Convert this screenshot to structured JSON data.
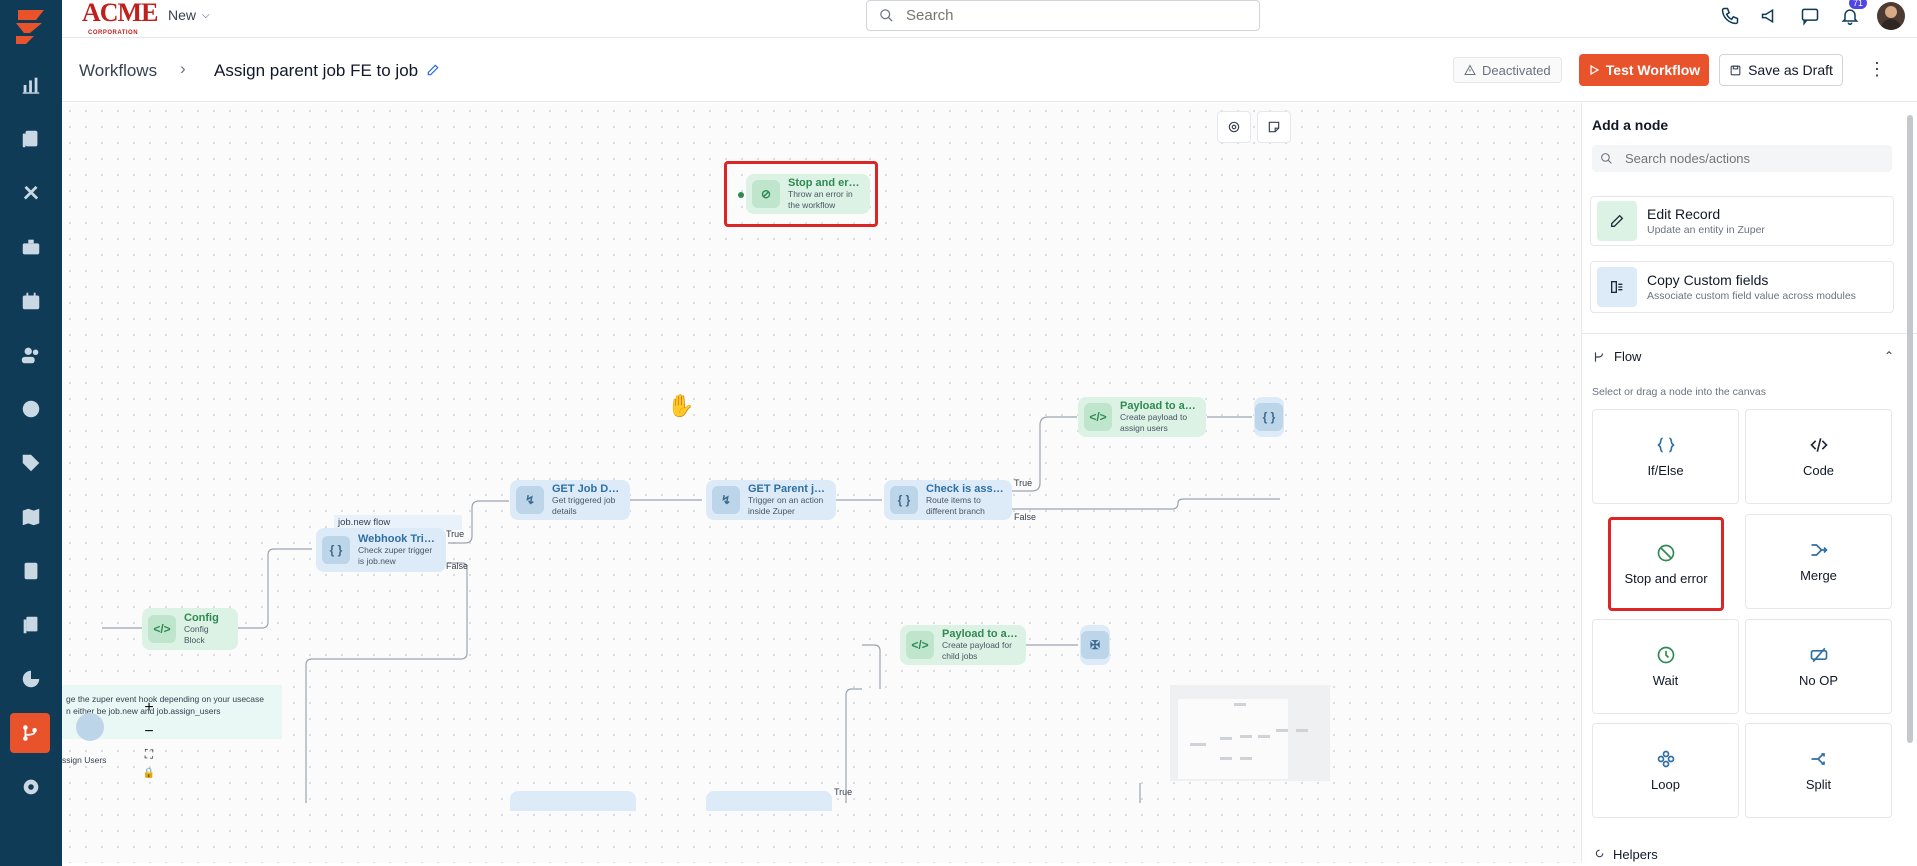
{
  "brand": {
    "name": "ACME",
    "sub": "CORPORATION",
    "accent": "#e8532c",
    "rail_bg": "#0f3b57"
  },
  "topbar": {
    "new_label": "New",
    "search_placeholder": "Search",
    "notification_count": "71",
    "icons": [
      "phone-icon",
      "megaphone-icon",
      "chat-icon",
      "bell-icon"
    ]
  },
  "rail": {
    "items": [
      "dashboard-icon",
      "jobs-icon",
      "tools-icon",
      "briefcase-icon",
      "calendar-icon",
      "users-icon",
      "clock-icon",
      "tag-icon",
      "map-icon",
      "calculator-icon",
      "documents-icon",
      "reports-icon",
      "workflows-icon",
      "settings-icon"
    ]
  },
  "header": {
    "breadcrumb_root": "Workflows",
    "breadcrumb_sep": "›",
    "title": "Assign parent job FE to job",
    "status": "Deactivated",
    "test_label": "Test Workflow",
    "draft_label": "Save as Draft",
    "more": "⋮"
  },
  "canvas": {
    "flow_title": "job.new flow",
    "note_line1": "ge the zuper event hook depending on your usecase",
    "note_line2": "n either be job.new and job.assign_users",
    "assign_label": "ssign Users",
    "zoom_in": "+",
    "zoom_out": "−",
    "fit": "⛶",
    "lock": "🔒",
    "edge_true_1": "True",
    "edge_false_1": "False",
    "edge_true_2": "True",
    "edge_false_2": "False",
    "edge_true_3": "True",
    "nodes": {
      "stop": {
        "title": "Stop and error",
        "sub": "Throw an error in the workflow"
      },
      "config": {
        "title": "Config",
        "sub": "Config Block"
      },
      "webhook": {
        "title": "Webhook Trigger...",
        "sub": "Check zuper trigger is job.new"
      },
      "get_job": {
        "title": "GET Job Details",
        "sub": "Get triggered job details"
      },
      "get_parent": {
        "title": "GET Parent job...",
        "sub": "Trigger on an action inside Zuper"
      },
      "check": {
        "title": "Check is assigned...",
        "sub": "Route items to different branch"
      },
      "payload_users": {
        "title": "Payload to assign...",
        "sub": "Create payload to assign users"
      },
      "payload_child": {
        "title": "Payload to assign...",
        "sub": "Create payload for child jobs"
      }
    }
  },
  "panel": {
    "title": "Add a node",
    "search_placeholder": "Search nodes/actions",
    "cards": [
      {
        "title": "Edit Record",
        "sub": "Update an entity in Zuper"
      },
      {
        "title": "Copy Custom fields",
        "sub": "Associate custom field value across modules"
      }
    ],
    "flow_section": "Flow",
    "flow_hint": "Select or drag a node into the canvas",
    "tiles": [
      {
        "label": "If/Else",
        "icon": "braces-icon"
      },
      {
        "label": "Code",
        "icon": "code-icon"
      },
      {
        "label": "Stop and error",
        "icon": "stop-icon"
      },
      {
        "label": "Merge",
        "icon": "merge-icon"
      },
      {
        "label": "Wait",
        "icon": "wait-icon"
      },
      {
        "label": "No OP",
        "icon": "no-op-icon"
      },
      {
        "label": "Loop",
        "icon": "loop-icon"
      },
      {
        "label": "Split",
        "icon": "split-icon"
      }
    ],
    "helpers_section": "Helpers"
  }
}
